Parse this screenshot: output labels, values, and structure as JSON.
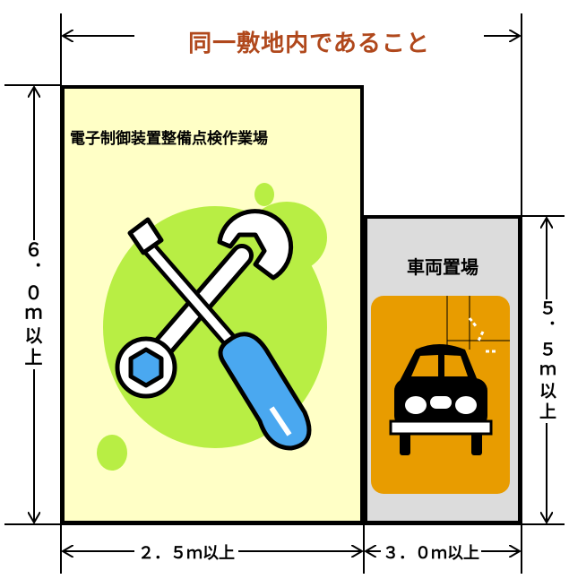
{
  "title": "同一敷地内であること",
  "work_area": {
    "label": "電子制御装置整備点検作業場",
    "height_label": "６．０ｍ以上",
    "width_label": "２．５ｍ以上",
    "icon": "wrench-screwdriver-icon"
  },
  "car_area": {
    "label": "車両置場",
    "height_label": "５．５ｍ以上",
    "width_label": "３．０ｍ以上",
    "icon": "car-icon"
  },
  "colors": {
    "title": "#b0481c",
    "work_area_fill": "#ffffc6",
    "car_area_fill": "#dcdcdc",
    "car_panel": "#e89c00",
    "green_blob": "#b8ee44",
    "tool_blue": "#4aa8f0"
  }
}
